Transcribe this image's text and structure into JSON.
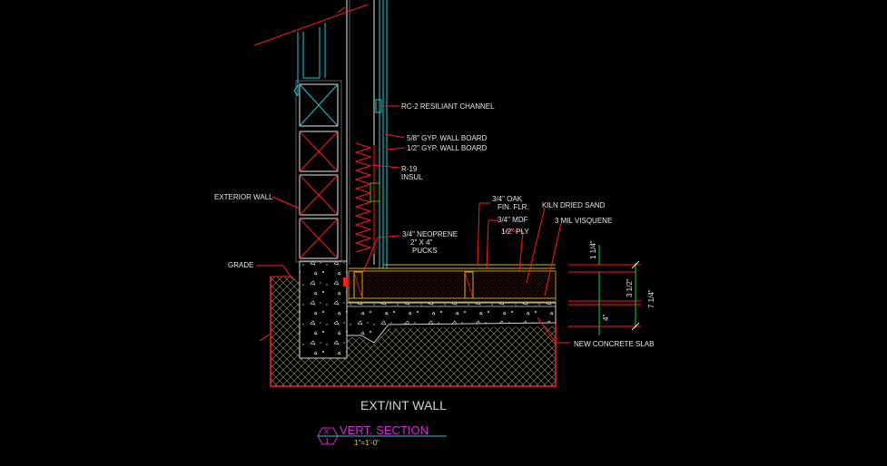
{
  "drawing": {
    "background": "#000000",
    "colors": {
      "red": "#ff1a1a",
      "white": "#e6e6e6",
      "grey": "#9a9a9a",
      "cyan": "#20c8d8",
      "yellow": "#d8b020",
      "green": "#20d020",
      "magenta": "#d030d0",
      "hatch": "#5a5a40"
    },
    "labels": {
      "rc2": "RC-2 RESILIANT CHANNEL",
      "gyp58": "5/8\" GYP. WALL BOARD",
      "gyp12": "1/2\" GYP. WALL BOARD",
      "r19_a": "R-19",
      "r19_b": "INSUL",
      "exterior_wall": "EXTERIOR WALL",
      "grade": "GRADE",
      "oak_a": "3/4\" OAK",
      "oak_b": "FIN. FLR.",
      "mdf": "3/4\" MDF",
      "ply": "1/2\" PLY",
      "sand": "KILN DRIED SAND",
      "visqueen": "3 MIL VISQUENE",
      "neoprene_a": "3/4\" NEOPRENE",
      "neoprene_b": "2\" X 4\"",
      "neoprene_c": "PUCKS",
      "slab": "NEW CONCRETE SLAB",
      "dim_top": "1 1/4\"",
      "dim_mid": "3 1/2\"",
      "dim_bot": "4\"",
      "dim_total": "7 1/4\""
    },
    "title": {
      "caption": "EXT/INT WALL",
      "section_title": "VERT. SECTION",
      "scale": "1\"=1'-0\"",
      "bubble_top": "X",
      "bubble_bottom": "1"
    }
  }
}
